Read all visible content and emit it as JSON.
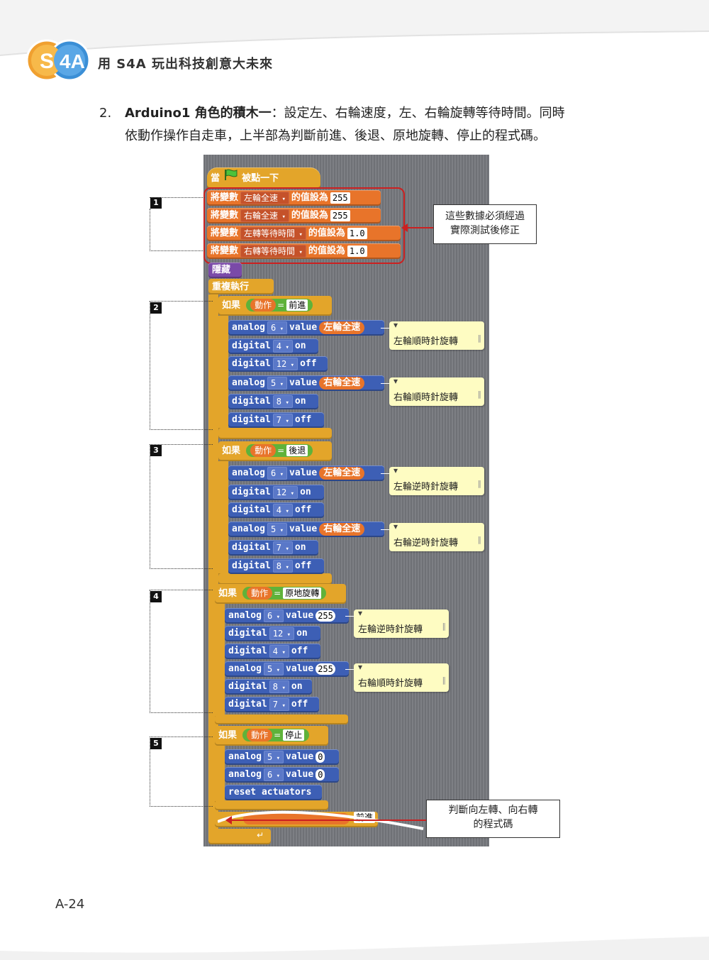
{
  "header": {
    "logo_text": "S4A",
    "title": "用 S4A 玩出科技創意大未來"
  },
  "intro": {
    "number": "2.",
    "lead": "Arduino1 角色的積木一",
    "line1_rest": "：設定左、右輪速度，左、右輪旋轉等待時間。同時",
    "line2": "依動作操作自走車，上半部為判斷前進、後退、原地旋轉、停止的程式碼。"
  },
  "script": {
    "hat_when": "當",
    "hat_clicked": "被點一下",
    "set_label": "將變數",
    "set_to": "的值設為",
    "sets": [
      {
        "var": "左輪全速",
        "value": "255"
      },
      {
        "var": "右輪全速",
        "value": "255"
      },
      {
        "var": "左轉等待時間",
        "value": "1.0"
      },
      {
        "var": "右轉等待時間",
        "value": "1.0"
      }
    ],
    "hide": "隱藏",
    "forever": "重複執行",
    "if_label": "如果",
    "action_var": "動作",
    "eq": "=",
    "if_values": [
      "前進",
      "後退",
      "原地旋轉",
      "停止"
    ],
    "analog": "analog",
    "value_kw": "value",
    "digital": "digital",
    "on": "on",
    "off": "off",
    "reset": "reset actuators",
    "sec1": [
      {
        "pin": "6",
        "arg": "左輪全速"
      },
      {
        "pin": "4",
        "state": "on"
      },
      {
        "pin": "12",
        "state": "off"
      },
      {
        "pin": "5",
        "arg": "右輪全速"
      },
      {
        "pin": "8",
        "state": "on"
      },
      {
        "pin": "7",
        "state": "off"
      }
    ],
    "sec2": [
      {
        "pin": "6",
        "arg": "左輪全速"
      },
      {
        "pin": "12",
        "state": "on"
      },
      {
        "pin": "4",
        "state": "off"
      },
      {
        "pin": "5",
        "arg": "右輪全速"
      },
      {
        "pin": "7",
        "state": "on"
      },
      {
        "pin": "8",
        "state": "off"
      }
    ],
    "sec3": [
      {
        "pin": "6",
        "arg": "255"
      },
      {
        "pin": "12",
        "state": "on"
      },
      {
        "pin": "4",
        "state": "off"
      },
      {
        "pin": "5",
        "arg": "255"
      },
      {
        "pin": "8",
        "state": "on"
      },
      {
        "pin": "7",
        "state": "off"
      }
    ],
    "sec4": [
      {
        "pin": "5",
        "arg": "0"
      },
      {
        "pin": "6",
        "arg": "0"
      }
    ],
    "bottom_partial": "前進",
    "notes": [
      "左輪順時針旋轉",
      "右輪順時針旋轉",
      "左輪逆時針旋轉",
      "右輪逆時針旋轉",
      "左輪逆時針旋轉",
      "右輪順時針旋轉"
    ]
  },
  "callout_nums": [
    "1",
    "2",
    "3",
    "4",
    "5"
  ],
  "callouts": {
    "top": [
      "這些數據必須經過",
      "實際測試後修正"
    ],
    "bottom": [
      "判斷向左轉、向右轉",
      "的程式碼"
    ]
  },
  "page_number": "A-24"
}
